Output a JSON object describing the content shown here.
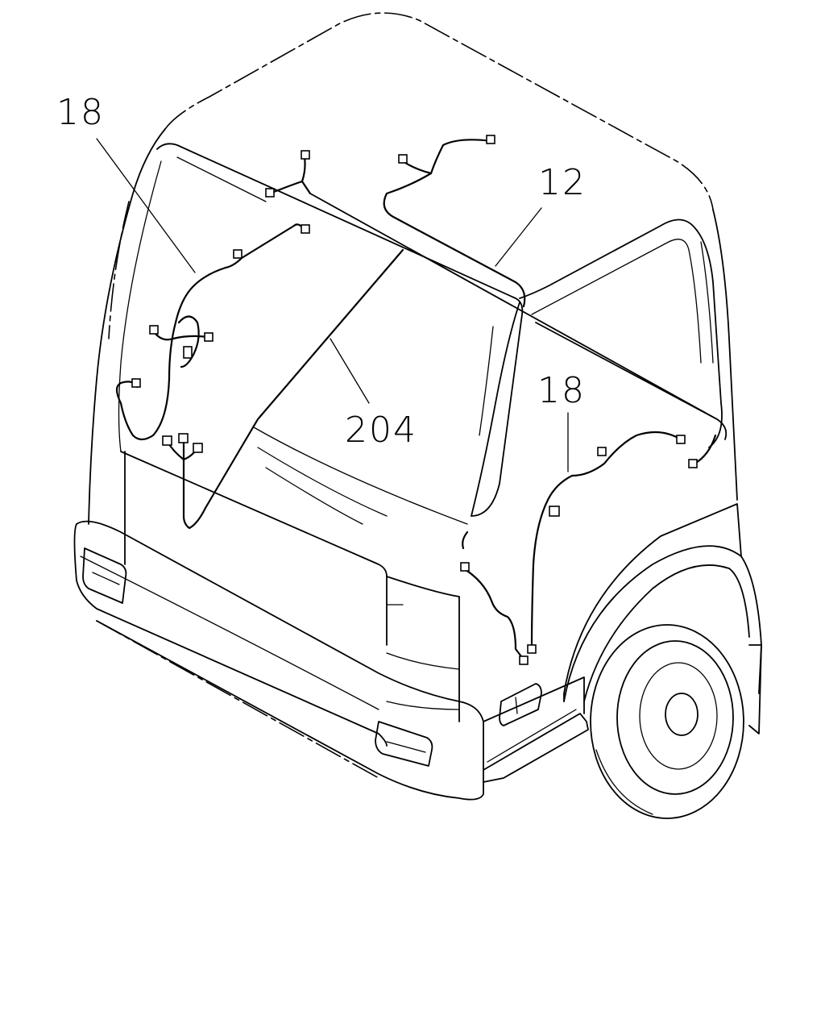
{
  "diagram": {
    "callouts": [
      {
        "id": "callout-18-left",
        "text": "18"
      },
      {
        "id": "callout-12",
        "text": "12"
      },
      {
        "id": "callout-204",
        "text": "204"
      },
      {
        "id": "callout-18-right",
        "text": "18"
      }
    ]
  }
}
